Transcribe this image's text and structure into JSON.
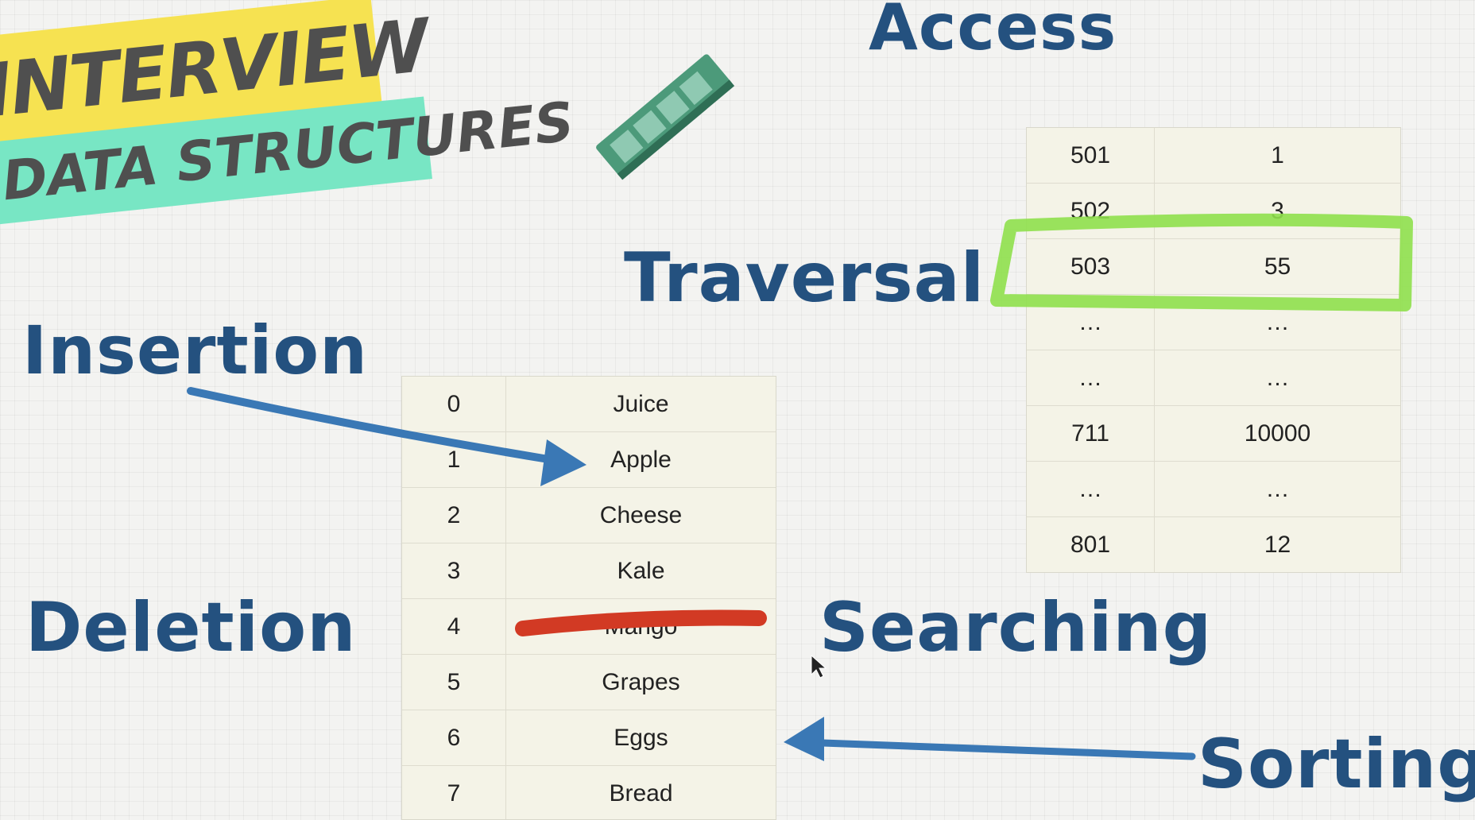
{
  "badge": {
    "line1": "INTERVIEW",
    "line2": "DATA STRUCTURES"
  },
  "operations": {
    "access": "Access",
    "traversal": "Traversal",
    "insertion": "Insertion",
    "deletion": "Deletion",
    "searching": "Searching",
    "sorting": "Sorting"
  },
  "memory_table": [
    [
      "501",
      "1"
    ],
    [
      "502",
      "3"
    ],
    [
      "503",
      "55"
    ],
    [
      "…",
      "…"
    ],
    [
      "…",
      "…"
    ],
    [
      "711",
      "10000"
    ],
    [
      "…",
      "…"
    ],
    [
      "801",
      "12"
    ]
  ],
  "list_table": [
    [
      "0",
      "Juice"
    ],
    [
      "1",
      "Apple"
    ],
    [
      "2",
      "Cheese"
    ],
    [
      "3",
      "Kale"
    ],
    [
      "4",
      "Mango"
    ],
    [
      "5",
      "Grapes"
    ],
    [
      "6",
      "Eggs"
    ],
    [
      "7",
      "Bread"
    ]
  ],
  "colors": {
    "heading": "#24517f",
    "arrow": "#3a78b5",
    "highlight": "#8fe04c",
    "strike": "#d23a24",
    "ram": "#4c9a7a"
  },
  "icons": [
    "ram-chip-icon",
    "insertion-arrow-icon",
    "sorting-arrow-icon",
    "mouse-cursor-icon"
  ]
}
